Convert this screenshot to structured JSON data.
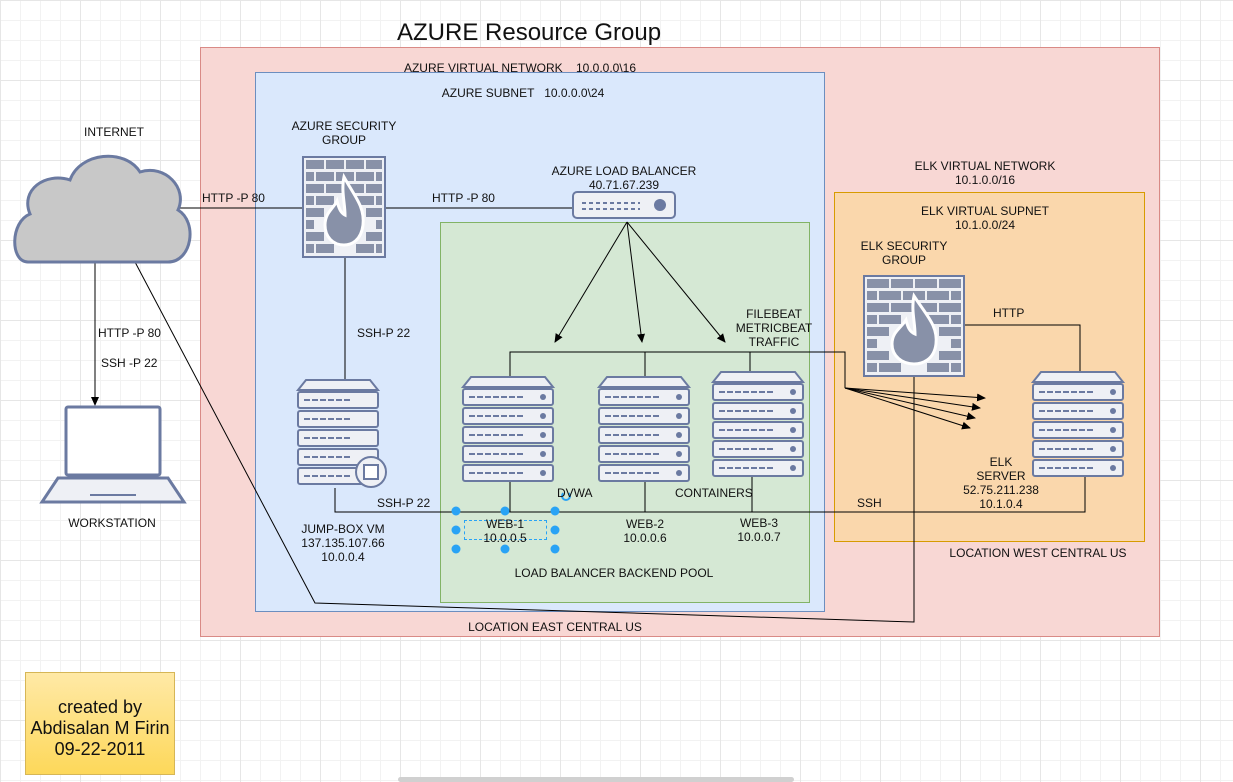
{
  "title": "AZURE Resource Group",
  "credit": "created by\nAbdisalan M Firin\n09-22-2011",
  "zones": {
    "resource_group_location": "LOCATION EAST CENTRAL US",
    "azure_vnet": "AZURE VIRTUAL NETWORK    10.0.0.0\\16",
    "azure_subnet": "AZURE SUBNET   10.0.0.0\\24",
    "backend_pool": "LOAD BALANCER BACKEND POOL",
    "elk_vnet": "ELK VIRTUAL NETWORK\n10.1.0.0/16",
    "elk_subnet": "ELK VIRTUAL SUPNET\n10.1.0.0/24",
    "elk_location": "LOCATION WEST CENTRAL US"
  },
  "nodes": {
    "internet": "INTERNET",
    "workstation": "WORKSTATION",
    "azure_sg": "AZURE SECURITY\nGROUP",
    "load_balancer": "AZURE LOAD BALANCER\n40.71.67.239",
    "jumpbox": "JUMP-BOX VM\n137.135.107.66\n10.0.0.4",
    "web1": "WEB-1\n10.0.0.5",
    "web2": "WEB-2\n10.0.0.6",
    "web3": "WEB-3\n10.0.0.7",
    "elk_sg": "ELK SECURITY\nGROUP",
    "elk_server": "ELK\nSERVER\n52.75.211.238\n10.1.0.4"
  },
  "edges": {
    "internet_to_sg": "HTTP -P 80",
    "sg_to_lb": "HTTP -P 80",
    "internet_to_ws_http": "HTTP -P 80",
    "internet_to_ws_ssh": "SSH -P 22",
    "sg_to_jumpbox": "SSH-P 22",
    "jumpbox_to_web": "SSH-P 22",
    "dvwa": "DVWA",
    "containers": "CONTAINERS",
    "beats": "FILEBEAT\nMETRICBEAT\nTRAFFIC",
    "elk_http": "HTTP",
    "elk_ssh": "SSH"
  },
  "colors": {
    "resource_group_fill": "#f8d7d4",
    "vnet_fill": "#dae8fc",
    "pool_fill": "#d5e8d4",
    "elk_fill": "#fad7ac",
    "device_fill": "#eef0f5",
    "device_stroke": "#6b7aa1"
  }
}
